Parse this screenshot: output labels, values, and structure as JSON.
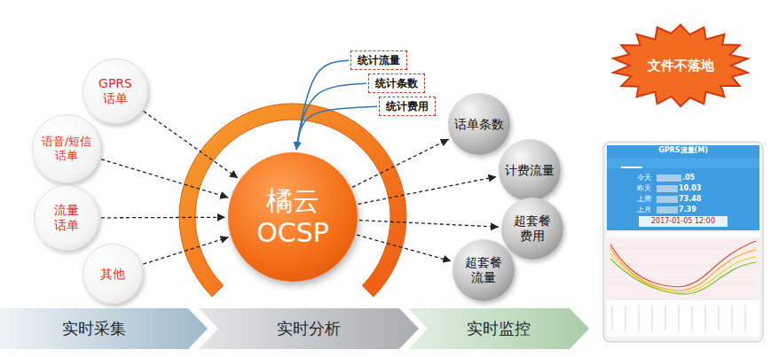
{
  "diagram": {
    "nodes": [
      {
        "text": [
          "统计流量"
        ]
      },
      {
        "text": [
          "统计条数"
        ]
      },
      {
        "text": [
          "统计费用"
        ]
      },
      {
        "text": [
          "GPRS 话单"
        ]
      },
      {
        "text": [
          "语音/短信 话单"
        ]
      },
      {
        "text": [
          "流量 话单"
        ]
      },
      {
        "text": [
          "其他"
        ]
      },
      {
        "text": [
          "橘云 OCSP"
        ]
      },
      {
        "text": [
          "话单条数"
        ]
      },
      {
        "text": [
          "计费流量"
        ]
      },
      {
        "text": [
          "超套餐 费用"
        ]
      },
      {
        "text": [
          "超套餐 流量"
        ]
      },
      {
        "text": [
          "文件不落地"
        ]
      },
      {
        "text": [
          "实时采集"
        ]
      },
      {
        "text": [
          "实时分析"
        ]
      },
      {
        "text": [
          "实时监控"
        ]
      }
    ],
    "edges": [
      {
        "from": 0,
        "to": 7,
        "arrow": "to"
      },
      {
        "from": 1,
        "to": 7,
        "arrow": "to"
      },
      {
        "from": 2,
        "to": 7,
        "arrow": "to"
      },
      {
        "from": 3,
        "to": 7,
        "arrow": "to"
      },
      {
        "from": 4,
        "to": 7,
        "arrow": "to"
      },
      {
        "from": 5,
        "to": 7,
        "arrow": "to"
      },
      {
        "from": 6,
        "to": 7,
        "arrow": "to"
      },
      {
        "from": 7,
        "to": 8,
        "arrow": "to"
      },
      {
        "from": 7,
        "to": 9,
        "arrow": "to"
      },
      {
        "from": 7,
        "to": 10,
        "arrow": "to"
      },
      {
        "from": 7,
        "to": 11,
        "arrow": "to"
      }
    ],
    "labels": [
      "GPRS流量(M)",
      "今天",
      ".05",
      "昨天",
      "10.03",
      "上周",
      "73.48",
      "上月",
      "7.39",
      "2017-01-05 12:00"
    ]
  }
}
